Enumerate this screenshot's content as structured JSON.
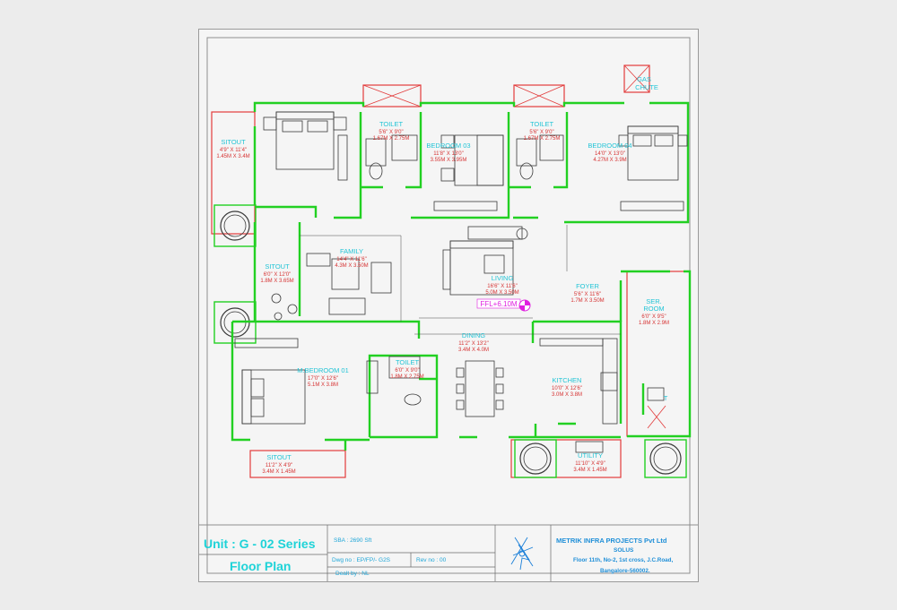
{
  "rooms": [
    {
      "key": "sitout_nw",
      "name": "SITOUT",
      "imperial": "4'9\" X 11'4\"",
      "metric": "1.45M X 3.4M"
    },
    {
      "key": "toilet_1",
      "name": "TOILET",
      "imperial": "5'6\" X 9'0\"",
      "metric": "1.67M X 2.75M"
    },
    {
      "key": "bedroom_03",
      "name": "BEDROOM 03",
      "imperial": "11'8\" X 13'0\"",
      "metric": "3.55M X 3.95M"
    },
    {
      "key": "toilet_2",
      "name": "TOILET",
      "imperial": "5'6\" X 9'0\"",
      "metric": "1.67M X 2.75M"
    },
    {
      "key": "bedroom_04",
      "name": "BEDROOM 04",
      "imperial": "14'0\" X 13'0\"",
      "metric": "4.27M X 3.9M"
    },
    {
      "key": "family",
      "name": "FAMILY",
      "imperial": "14'4\" X 11'6\"",
      "metric": "4.3M X 3.50M"
    },
    {
      "key": "sitout_w",
      "name": "SITOUT",
      "imperial": "6'0\" X 12'0\"",
      "metric": "1.8M X 3.65M"
    },
    {
      "key": "living",
      "name": "LIVING",
      "imperial": "16'6\" X 11'6\"",
      "metric": "5.0M X 3.50M"
    },
    {
      "key": "foyer",
      "name": "FOYER",
      "imperial": "5'6\" X 11'6\"",
      "metric": "1.7M X 3.50M"
    },
    {
      "key": "ser_room",
      "name": "SER.\nROOM",
      "imperial": "6'0\" X 9'5\"",
      "metric": "1.8M X 2.9M"
    },
    {
      "key": "dining",
      "name": "DINING",
      "imperial": "11'2\" X 13'2\"",
      "metric": "3.4M X 4.0M"
    },
    {
      "key": "m_bedroom",
      "name": "M.BEDROOM 01",
      "imperial": "17'0\" X 12'6\"",
      "metric": "5.1M X 3.8M"
    },
    {
      "key": "toilet_3",
      "name": "TOILET",
      "imperial": "6'0\" X 9'0\"",
      "metric": "1.8M X 2.75M"
    },
    {
      "key": "kitchen",
      "name": "KITCHEN",
      "imperial": "10'0\" X 12'6\"",
      "metric": "3.0M X 3.8M"
    },
    {
      "key": "sitout_s",
      "name": "SITOUT",
      "imperial": "11'2\" X 4'9\"",
      "metric": "3.4M X 1.45M"
    },
    {
      "key": "utility",
      "name": "UTILITY",
      "imperial": "11'10\" X 4'9\"",
      "metric": "3.4M X 1.45M"
    }
  ],
  "extra_labels": {
    "gas_chute": "GAS\nCHUTE",
    "ser_toilet": "T"
  },
  "ffl_label": "FFL+6.10M",
  "title_block": {
    "unit": "Unit : G - 02 Series",
    "subtitle": "Floor Plan",
    "sba": "SBA : 2690 Sft",
    "dwg_no": "Dwg no : EP/FP/- G2S",
    "rev_no": "Rev no : 00",
    "dealt_by": "Dealt by : NL",
    "company": "METRIK INFRA PROJECTS Pvt Ltd",
    "project": "SOLUS",
    "address_line1": "Floor 11th, No-2, 1st cross, J.C.Road,",
    "address_line2": "Bangalore-560002."
  },
  "colors": {
    "wall": "#22d022",
    "text_label": "#22c4d6",
    "text_dims": "#d63333",
    "balcony": "#e23b3b",
    "ffl_marker": "#e020e0",
    "title_text": "#1fd3d8"
  }
}
